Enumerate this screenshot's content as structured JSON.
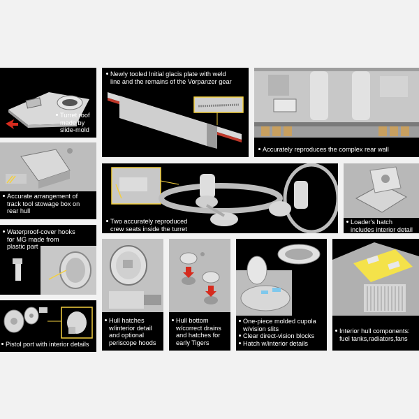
{
  "panels": {
    "turret_roof": {
      "lines": [
        "Turret roof",
        "made by",
        "slide-mold"
      ]
    },
    "glacis": {
      "lines": [
        "Newly tooled Initial glacis plate with weld",
        "line and the remains of the Vorpanzer gear"
      ]
    },
    "rear_wall": {
      "lines": [
        "Accurately reproduces the complex rear wall"
      ]
    },
    "tool_box": {
      "lines": [
        "Accurate arrangement of",
        "track tool stowage box on",
        "rear hull"
      ]
    },
    "crew_seats": {
      "lines": [
        "Two accurately reproduced",
        "crew seats inside the turret"
      ]
    },
    "loader_hatch": {
      "lines": [
        "Loader's hatch",
        "includes interior detail"
      ]
    },
    "mg_hooks": {
      "lines": [
        "Waterproof-cover hooks",
        "for MG made from",
        "plastic part"
      ]
    },
    "hull_hatches": {
      "lines": [
        "Hull hatches",
        "w/interior detail",
        "and optional",
        "periscope hoods"
      ]
    },
    "hull_bottom": {
      "lines": [
        "Hull bottom",
        "w/correct drains",
        "and hatches for",
        "early Tigers"
      ]
    },
    "cupola": {
      "bullets": [
        "One-piece molded cupola w/vision slits",
        "Clear direct-vision blocks",
        "Hatch w/interior details"
      ]
    },
    "interior": {
      "lines": [
        "Interior hull components:",
        "fuel tanks,radiators,fans"
      ]
    },
    "pistol_port": {
      "lines": [
        "Pistol port with interior details"
      ]
    }
  }
}
